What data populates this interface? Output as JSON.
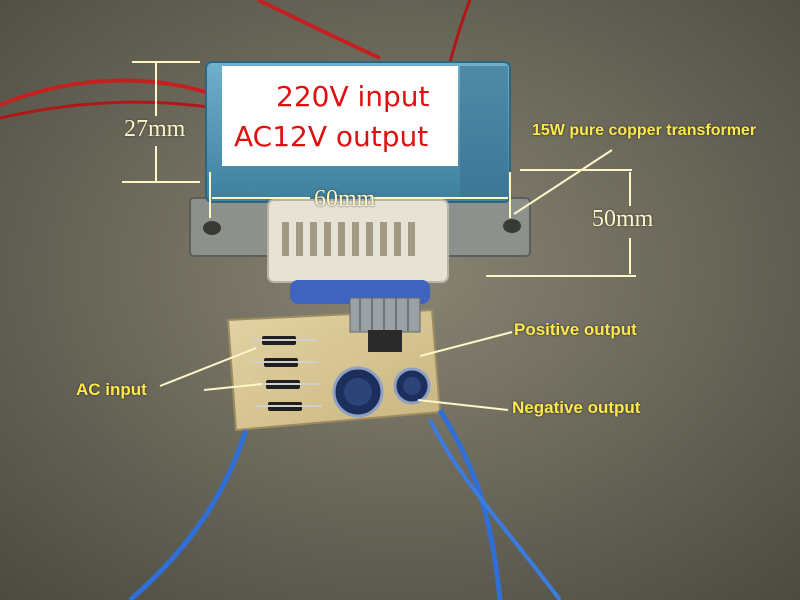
{
  "labels": {
    "input_voltage": "220V input",
    "output_voltage": "AC12V output",
    "transformer_desc": "15W pure copper transformer",
    "dim_height": "27mm",
    "dim_width": "60mm",
    "dim_depth": "50mm",
    "positive_output": "Positive output",
    "negative_output": "Negative output",
    "ac_input": "AC input"
  },
  "colors": {
    "annotation_yellow": "#ffe94a",
    "label_red": "#e01010",
    "transformer_blue": "#4f93b3",
    "pcb_tan": "#d8c797",
    "wire_blue": "#2f6fd6"
  }
}
